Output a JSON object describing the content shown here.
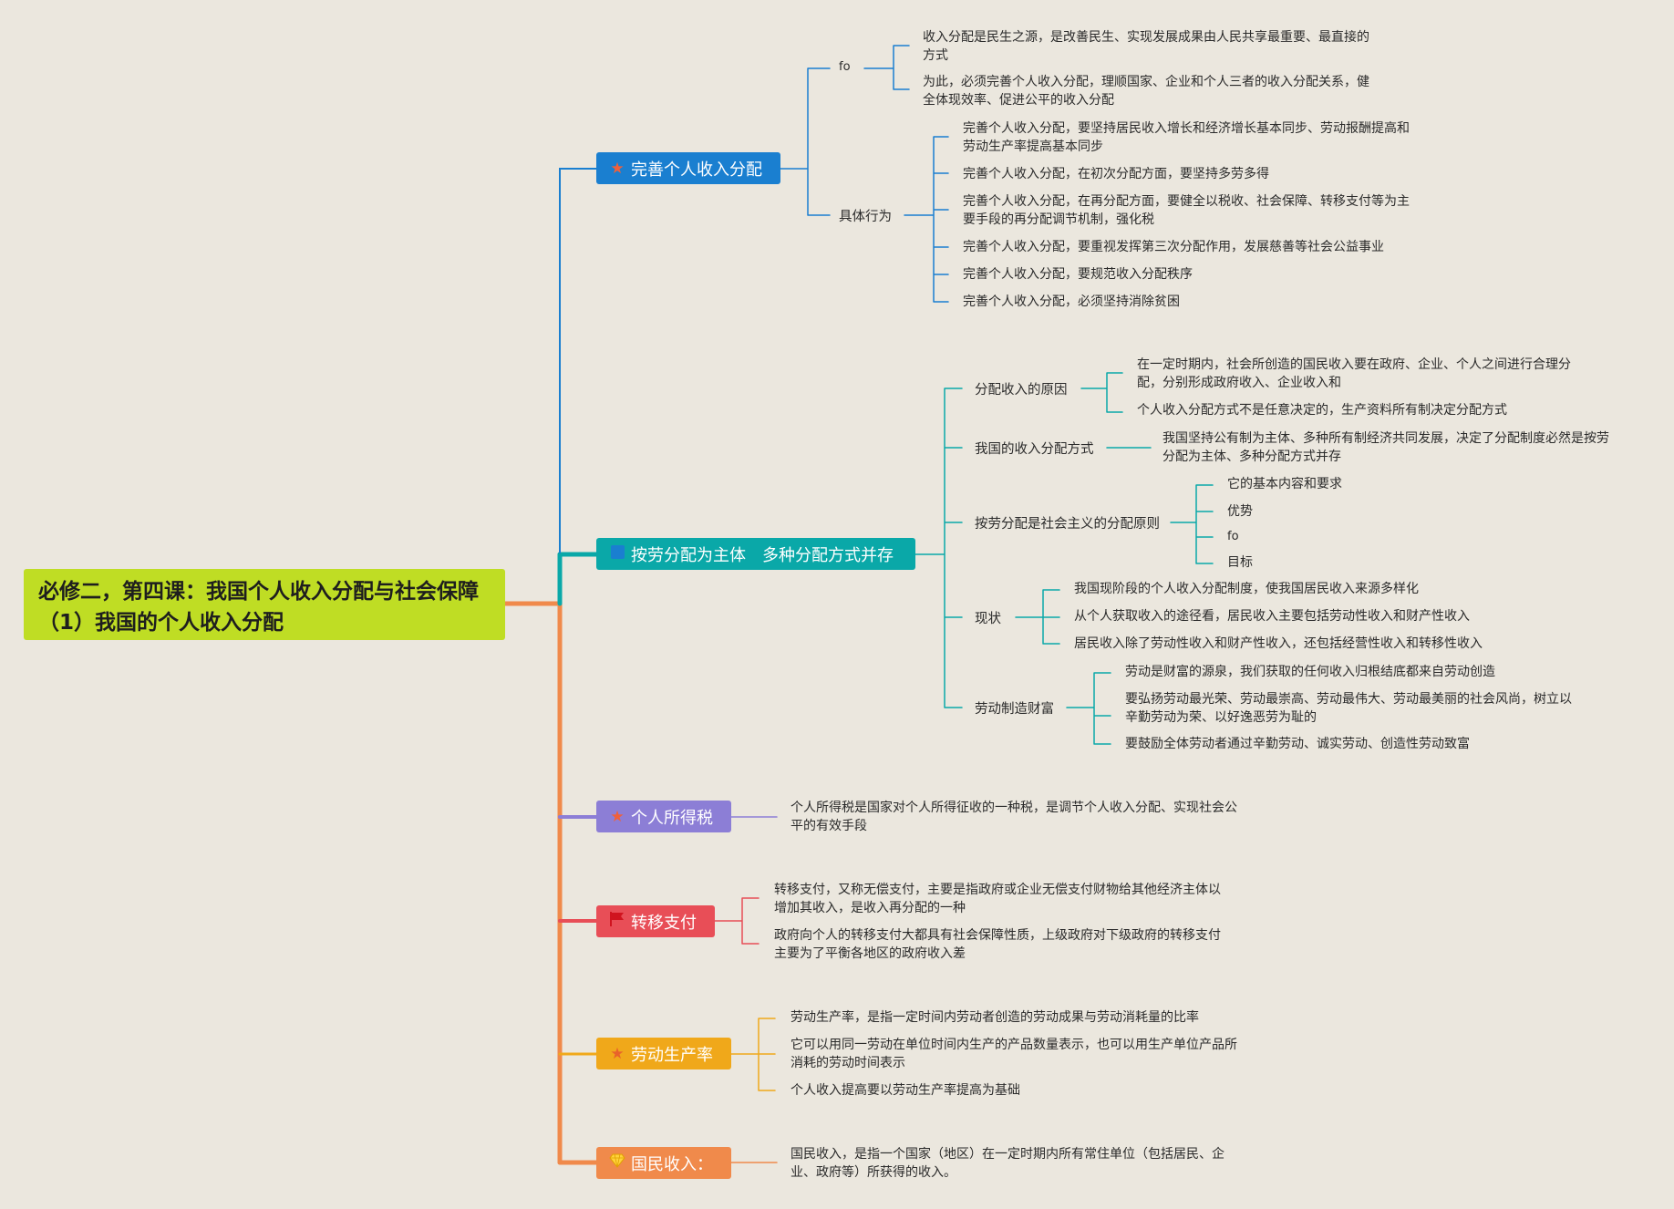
{
  "root": {
    "title": "必修二，第四课：我国个人收入分配与社会保障（1）我国的个人收入分配"
  },
  "colors": {
    "root": "#bfdd24",
    "blue": "#1a7fd0",
    "teal": "#0aa8a8",
    "purple": "#8c7ed6",
    "red": "#e84e57",
    "gold": "#f0a81a",
    "orange": "#f08a4b"
  },
  "topics": {
    "t1": {
      "label": "完善个人收入分配",
      "icon": "star-icon"
    },
    "t2": {
      "label": "按劳分配为主体　多种分配方式并存",
      "icon": "square-icon"
    },
    "t3": {
      "label": "个人所得税",
      "icon": "star-icon"
    },
    "t4": {
      "label": "转移支付",
      "icon": "flag-icon"
    },
    "t5": {
      "label": "劳动生产率",
      "icon": "star-icon"
    },
    "t6": {
      "label": "国民收入：",
      "icon": "gem-icon"
    }
  },
  "t1": {
    "fo": "fo",
    "fo_items": [
      "收入分配是民生之源，是改善民生、实现发展成果由人民共享最重要、最直接的方式",
      "为此，必须完善个人收入分配，理顺国家、企业和个人三者的收入分配关系，健全体现效率、促进公平的收入分配"
    ],
    "jt": "具体行为",
    "jt_items": [
      "完善个人收入分配，要坚持居民收入增长和经济增长基本同步、劳动报酬提高和劳动生产率提高基本同步",
      "完善个人收入分配，在初次分配方面，要坚持多劳多得",
      "完善个人收入分配，在再分配方面，要健全以税收、社会保障、转移支付等为主要手段的再分配调节机制，强化税",
      "完善个人收入分配，要重视发挥第三次分配作用，发展慈善等社会公益事业",
      "完善个人收入分配，要规范收入分配秩序",
      "完善个人收入分配，必须坚持消除贫困"
    ]
  },
  "t2": {
    "yy": "分配收入的原因",
    "yy_items": [
      "在一定时期内，社会所创造的国民收入要在政府、企业、个人之间进行合理分配，分别形成政府收入、企业收入和",
      "个人收入分配方式不是任意决定的，生产资料所有制决定分配方式"
    ],
    "fs": "我国的收入分配方式",
    "fs_items": [
      "我国坚持公有制为主体、多种所有制经济共同发展，决定了分配制度必然是按劳分配为主体、多种分配方式并存"
    ],
    "al": "按劳分配是社会主义的分配原则",
    "al_items": [
      "它的基本内容和要求",
      "优势",
      "fo",
      "目标"
    ],
    "xz": "现状",
    "xz_items": [
      "我国现阶段的个人收入分配制度，使我国居民收入来源多样化",
      "从个人获取收入的途径看，居民收入主要包括劳动性收入和财产性收入",
      "居民收入除了劳动性收入和财产性收入，还包括经营性收入和转移性收入"
    ],
    "ld": "劳动制造财富",
    "ld_items": [
      "劳动是财富的源泉，我们获取的任何收入归根结底都来自劳动创造",
      "要弘扬劳动最光荣、劳动最崇高、劳动最伟大、劳动最美丽的社会风尚，树立以辛勤劳动为荣、以好逸恶劳为耻的",
      "要鼓励全体劳动者通过辛勤劳动、诚实劳动、创造性劳动致富"
    ]
  },
  "t3": {
    "items": [
      "个人所得税是国家对个人所得征收的一种税，是调节个人收入分配、实现社会公平的有效手段"
    ]
  },
  "t4": {
    "items": [
      "转移支付，又称无偿支付，主要是指政府或企业无偿支付财物给其他经济主体以增加其收入，是收入再分配的一种",
      "政府向个人的转移支付大都具有社会保障性质，上级政府对下级政府的转移支付主要为了平衡各地区的政府收入差"
    ]
  },
  "t5": {
    "items": [
      "劳动生产率，是指一定时间内劳动者创造的劳动成果与劳动消耗量的比率",
      "它可以用同一劳动在单位时间内生产的产品数量表示，也可以用生产单位产品所消耗的劳动时间表示",
      "个人收入提高要以劳动生产率提高为基础"
    ]
  },
  "t6": {
    "items": [
      "国民收入，是指一个国家（地区）在一定时期内所有常住单位（包括居民、企业、政府等）所获得的收入。"
    ]
  }
}
